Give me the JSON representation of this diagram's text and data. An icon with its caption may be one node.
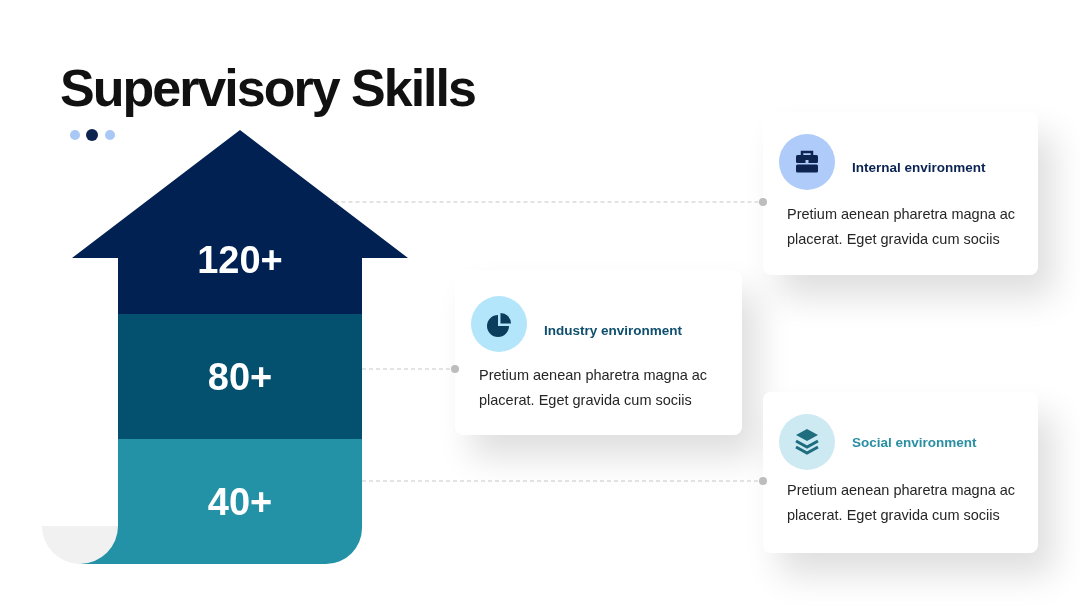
{
  "diagram": {
    "title": "Supervisory Skills",
    "nodes": [
      {
        "text": [
          "120+"
        ]
      },
      {
        "text": [
          "80+"
        ]
      },
      {
        "text": [
          "40+"
        ]
      },
      {
        "text": [
          "Internal environment",
          "Pretium aenean pharetra magna ac placerat. Eget gravida cum sociis"
        ]
      },
      {
        "text": [
          "Industry environment",
          "Pretium aenean pharetra magna ac placerat. Eget gravida cum sociis"
        ]
      },
      {
        "text": [
          "Social environment",
          "Pretium aenean pharetra magna ac placerat. Eget gravida cum sociis"
        ]
      }
    ],
    "edges": [
      {
        "from": 0,
        "to": 3,
        "arrow": "other",
        "style": "dashed"
      },
      {
        "from": 1,
        "to": 4,
        "arrow": "other",
        "style": "dashed"
      },
      {
        "from": 2,
        "to": 5,
        "arrow": "other",
        "style": "dashed"
      }
    ]
  }
}
